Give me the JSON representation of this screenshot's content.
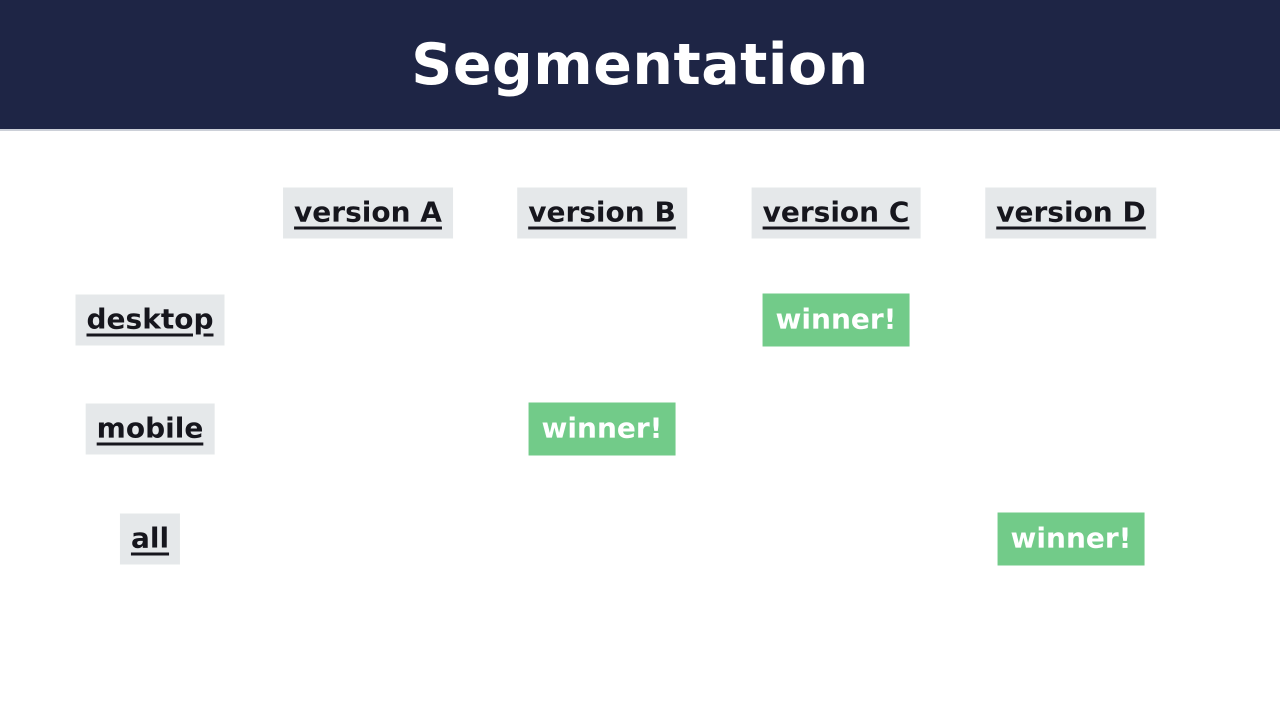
{
  "header": {
    "title": "Segmentation"
  },
  "matrix": {
    "columns": [
      {
        "label": "version A"
      },
      {
        "label": "version B"
      },
      {
        "label": "version C"
      },
      {
        "label": "version D"
      }
    ],
    "rows": [
      {
        "label": "desktop"
      },
      {
        "label": "mobile"
      },
      {
        "label": "all"
      }
    ],
    "winner_label": "winner!",
    "winners": [
      {
        "row": "desktop",
        "column": "version C"
      },
      {
        "row": "mobile",
        "column": "version B"
      },
      {
        "row": "all",
        "column": "version D"
      }
    ]
  },
  "colors": {
    "header_background": "#1e2545",
    "header_text": "#ffffff",
    "label_background": "#e5e8ea",
    "label_text": "#16161d",
    "winner_background": "#72cb89",
    "winner_text": "#ffffff"
  }
}
